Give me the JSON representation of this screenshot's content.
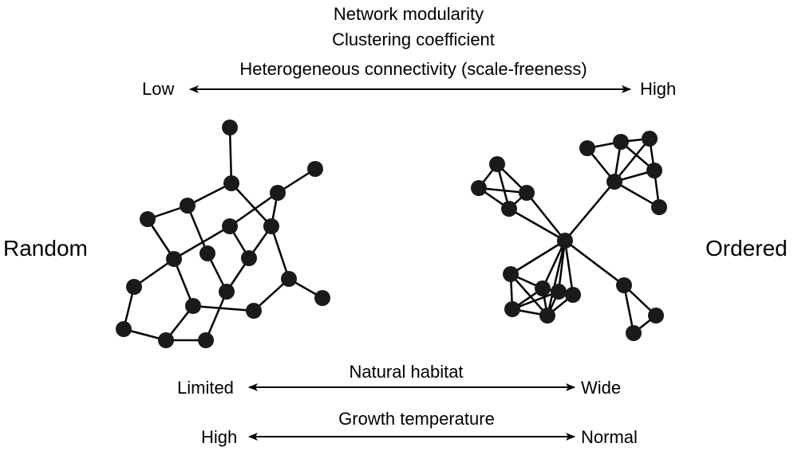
{
  "top_labels": [
    "Network modularity",
    "Clustering coefficient",
    "Heterogeneous connectivity (scale-freeness)"
  ],
  "top_axis": {
    "left": "Low",
    "right": "High"
  },
  "left_network_label": "Random",
  "right_network_label": "Ordered",
  "habitat_axis": {
    "title": "Natural habitat",
    "left": "Limited",
    "right": "Wide"
  },
  "temperature_axis": {
    "title": "Growth temperature",
    "left": "High",
    "right": "Normal"
  },
  "colors": {
    "node": "#1a1a1a",
    "line": "#000000",
    "text": "#000000"
  }
}
